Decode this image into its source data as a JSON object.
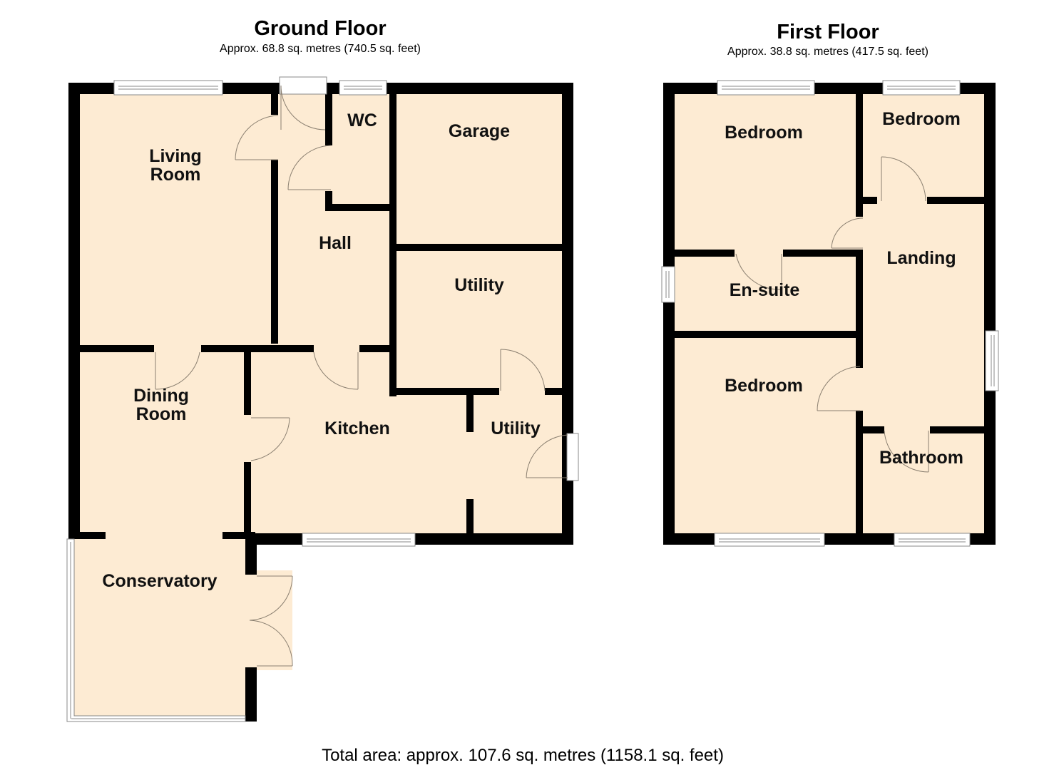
{
  "colors": {
    "floor_fill": "#fdebd3",
    "wall": "#000000",
    "window": "#ffffff",
    "door_line": "#8a7f70"
  },
  "ground_floor": {
    "title": "Ground Floor",
    "subtitle": "Approx. 68.8 sq. metres (740.5 sq. feet)",
    "rooms": [
      {
        "name": "Living\nRoom"
      },
      {
        "name": "WC"
      },
      {
        "name": "Garage"
      },
      {
        "name": "Hall"
      },
      {
        "name": "Utility"
      },
      {
        "name": "Dining\nRoom"
      },
      {
        "name": "Kitchen"
      },
      {
        "name": "Utility"
      },
      {
        "name": "Conservatory"
      }
    ]
  },
  "first_floor": {
    "title": "First Floor",
    "subtitle": "Approx. 38.8 sq. metres (417.5 sq. feet)",
    "rooms": [
      {
        "name": "Bedroom"
      },
      {
        "name": "Bedroom"
      },
      {
        "name": "Landing"
      },
      {
        "name": "En-suite"
      },
      {
        "name": "Bedroom"
      },
      {
        "name": "Bathroom"
      }
    ]
  },
  "total_area": "Total area: approx. 107.6 sq. metres (1158.1 sq. feet)"
}
